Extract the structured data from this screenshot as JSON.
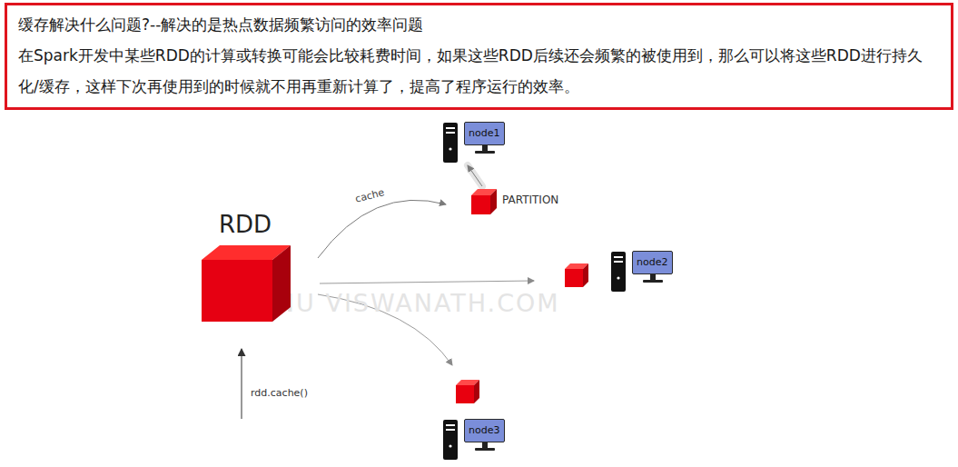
{
  "diagram": {
    "nodes": [
      {
        "text": [
          "缓存解决什么问题?--解决的是热点数据频繁访问的效率问题",
          "在Spark开发中某些RDD的计算或转换可能会比较耗费时间，如果这些RDD后续还会频繁的被使用到，那么可以将这些RDD进行持久化/缓存，这样下次再使用到的时候就不用再重新计算了，提高了程序运行的效率。"
        ]
      },
      {
        "text": [
          "RDD"
        ]
      },
      {
        "text": [
          "PARTITION"
        ]
      },
      {
        "text": [
          "node1"
        ]
      },
      {
        "text": [
          "node2"
        ]
      },
      {
        "text": [
          "node3"
        ]
      }
    ],
    "edges": [
      {
        "from": 1,
        "to": 2,
        "label": "cache",
        "arrow": "to"
      },
      {
        "from": 2,
        "to": 3,
        "arrow": "to"
      }
    ],
    "labels": [
      "rdd.cache()",
      "VISHNU VISWANATH.COM"
    ]
  }
}
